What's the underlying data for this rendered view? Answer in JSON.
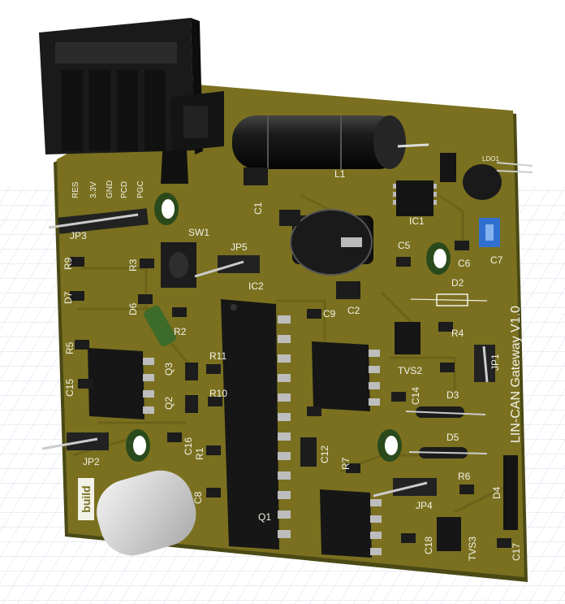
{
  "board": {
    "title": "LIN-CAN Gateway V1.0",
    "logo_text": "build"
  },
  "header_pins": {
    "labels": [
      "RES",
      "3.3V",
      "GND",
      "PCD",
      "PGC"
    ]
  },
  "silkscreen": {
    "sw1": "SW1",
    "jp1": "JP1",
    "jp2": "JP2",
    "jp3": "JP3",
    "jp4": "JP4",
    "jp5": "JP5",
    "l1": "L1",
    "ic1": "IC1",
    "ic2": "IC2",
    "ldo1": "LDO1",
    "c1": "C1",
    "c2": "C2",
    "c5": "C5",
    "c6": "C6",
    "c7": "C7",
    "c8": "C8",
    "c9": "C9",
    "c12": "C12",
    "c14": "C14",
    "c15": "C15",
    "c16": "C16",
    "c17": "C17",
    "c18": "C18",
    "r1": "R1",
    "r2": "R2",
    "r3": "R3",
    "r4": "R4",
    "r5": "R5",
    "r6": "R6",
    "r7": "R7",
    "r9": "R9",
    "r10": "R10",
    "r11": "R11",
    "d2": "D2",
    "d3": "D3",
    "d4": "D4",
    "d5": "D5",
    "d6": "D6",
    "d7": "D7",
    "q1": "Q1",
    "q2": "Q2",
    "q3": "Q3",
    "tvs2": "TVS2",
    "tvs3": "TVS3"
  },
  "colors": {
    "pcb": "#7a701f",
    "pcb_edge": "#4b4a16",
    "silkscreen": "#f2f2e8",
    "background_grid": "#9aa2c8"
  }
}
